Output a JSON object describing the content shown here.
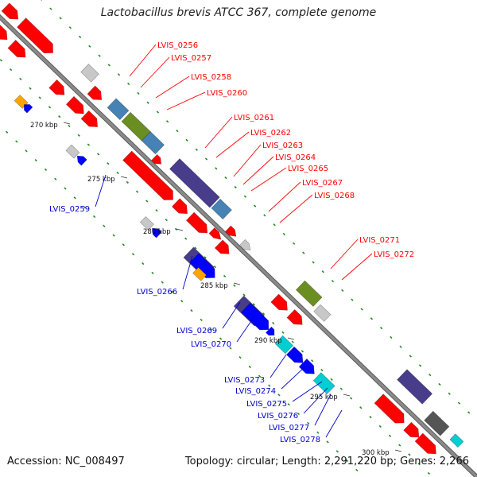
{
  "title": "Lactobacillus brevis ATCC 367, complete genome",
  "footer": {
    "accession": "Accession: NC_008497",
    "summary": "Topology: circular; Length: 2,291,220 bp; Genes: 2,266"
  },
  "colors": {
    "backbone": "#8a8a8a",
    "forward_gene": "#ff0000",
    "reverse_gene": "#0000ff",
    "forward_label": "#ff0000",
    "reverse_label": "#0000cc",
    "ruler_tick": "#228b22",
    "gray_feature": "#c8c8c8",
    "steel_feature": "#4682b4",
    "olive_feature": "#6b8e23",
    "navy_feature": "#483d8b",
    "orange_feature": "#ffa500",
    "cyan_feature": "#00ced1",
    "dark_feature": "#555555"
  },
  "scale_labels": [
    "270 kbp",
    "275 kbp",
    "280 kbp",
    "285 kbp",
    "290 kbp",
    "295 kbp",
    "300 kbp"
  ],
  "forward_genes": [
    "LVIS_0256",
    "LVIS_0257",
    "LVIS_0258",
    "LVIS_0260",
    "LVIS_0261",
    "LVIS_0262",
    "LVIS_0263",
    "LVIS_0264",
    "LVIS_0265",
    "LVIS_0267",
    "LVIS_0268",
    "LVIS_0271",
    "LVIS_0272"
  ],
  "reverse_genes": [
    "LVIS_0259",
    "LVIS_0266",
    "LVIS_0269",
    "LVIS_0270",
    "LVIS_0273",
    "LVIS_0274",
    "LVIS_0275",
    "LVIS_0276",
    "LVIS_0277",
    "LVIS_0278"
  ]
}
